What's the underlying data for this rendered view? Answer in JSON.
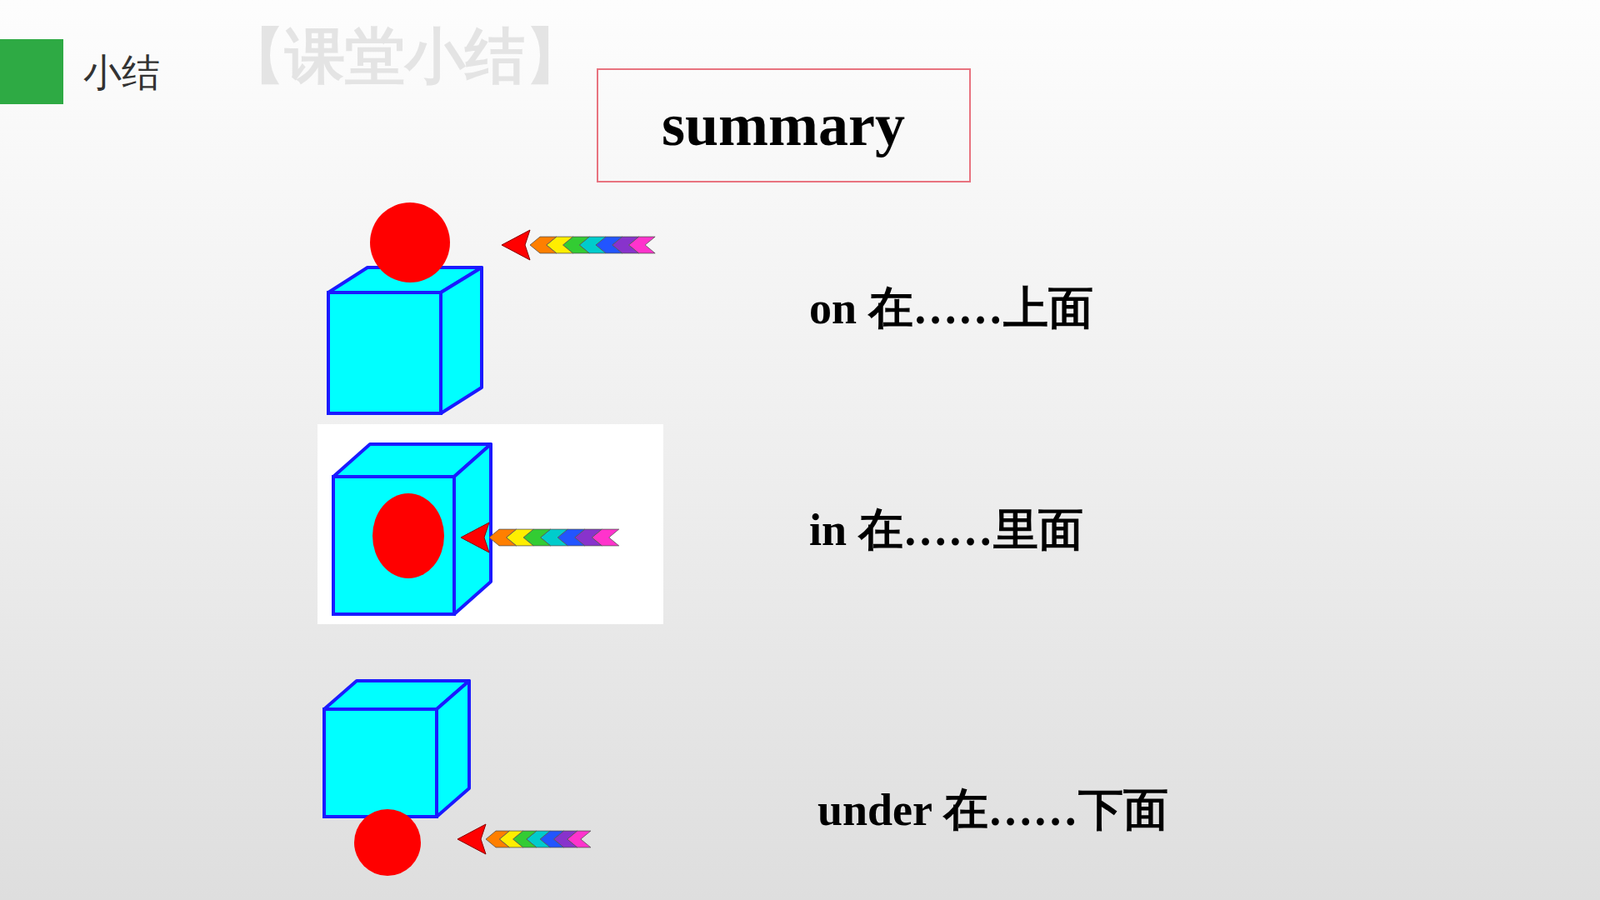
{
  "diagram": {
    "title": "小结",
    "nodes": [
      {
        "text": [
          "summary"
        ]
      }
    ],
    "labels": [
      "【课堂小结】",
      "on 在……上面",
      "in 在……里面",
      "under 在……下面"
    ]
  }
}
